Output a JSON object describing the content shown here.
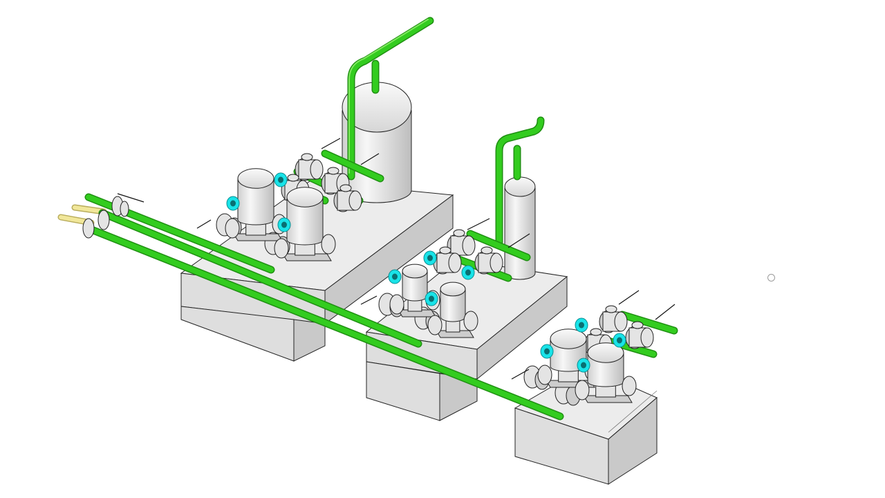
{
  "view": {
    "type": "isometric-3d-model",
    "background": "#ffffff"
  },
  "colors": {
    "pipe": "#33cc1f",
    "pipe_dark": "#1f8f12",
    "pipe_light": "#7fe85e",
    "gauge": "#19e3e8",
    "supply_pipe": "#f1e79a",
    "equipment": "#e4e4e4",
    "base_top": "#ececec",
    "base_left": "#dedede",
    "base_right": "#c9c9c9",
    "outline": "#222222"
  },
  "model": {
    "bases": [
      "base-large",
      "base-medium",
      "base-small"
    ],
    "tanks": [
      "pressure-tank-large",
      "pressure-tank-small"
    ],
    "pumps": [
      "pump-1",
      "pump-2",
      "pump-3",
      "pump-4",
      "pump-5",
      "pump-6"
    ],
    "pipes": [
      "main-header-upper",
      "main-header-lower",
      "riser-large",
      "riser-small"
    ],
    "icons": [
      "orbit-cursor-icon"
    ]
  }
}
